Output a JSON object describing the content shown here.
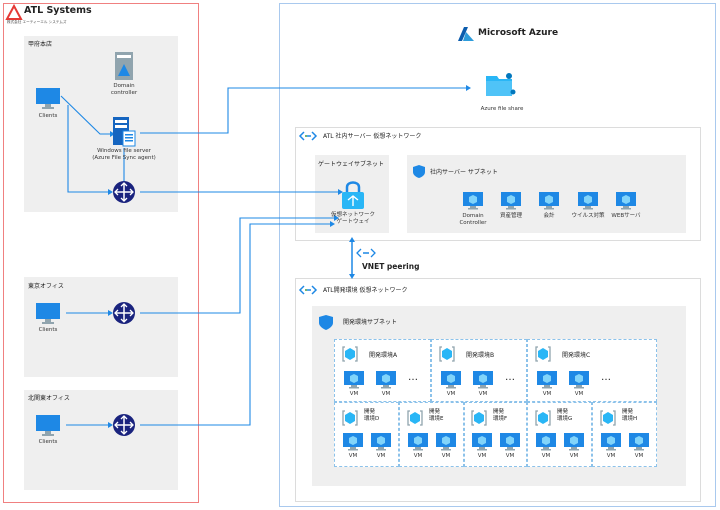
{
  "logo": {
    "name": "ATL Systems",
    "sub": "株式会社 エーティーエル システムズ"
  },
  "azure": {
    "title": "Microsoft Azure"
  },
  "offices": {
    "kofu": {
      "title": "甲府本店",
      "clients": "Clients",
      "dc": "Domain controller",
      "fs1": "Windows file server",
      "fs2": "(Azure File Sync agent)"
    },
    "tokyo": {
      "title": "東京オフィス",
      "clients": "Clients"
    },
    "kitakanto": {
      "title": "北関東オフィス",
      "clients": "Clients"
    }
  },
  "fileshare": "Azure file share",
  "vnet_server": {
    "title": "ATL 社内サーバー 仮想ネットワーク",
    "gw_subnet": "ゲートウェイサブネット",
    "gw1": "仮想ネットワーク",
    "gw2": "ゲートウェイ",
    "srv_subnet": "社内サーバー サブネット",
    "servers": [
      "Domain Controller",
      "資産管理",
      "会計",
      "ウイルス対策",
      "WEBサーバ"
    ]
  },
  "peering": "VNET peering",
  "vnet_dev": {
    "title": "ATL開発環境 仮想ネットワーク",
    "subnet": "開発環境サブネット",
    "vm": "VM",
    "ellipsis": "…",
    "envs_top": [
      "開発環境A",
      "開発環境B",
      "開発環境C"
    ],
    "envs_bottom": [
      [
        "開発",
        "環境D"
      ],
      [
        "開発",
        "環境E"
      ],
      [
        "開発",
        "環境F"
      ],
      [
        "開発",
        "環境G"
      ],
      [
        "開発",
        "環境H"
      ]
    ]
  },
  "colors": {
    "onprem_border": "#f08080",
    "azure_border": "#a9c9ee",
    "link": "#1e88e5",
    "router": "#1a237e"
  }
}
